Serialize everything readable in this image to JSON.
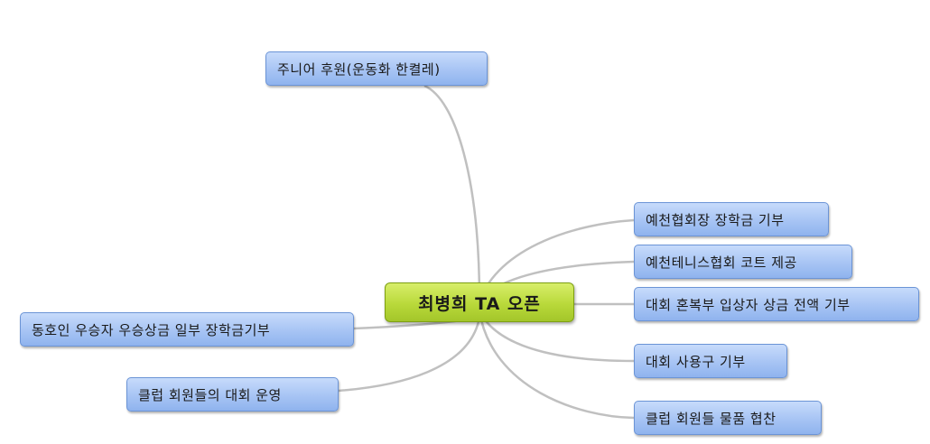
{
  "mindmap": {
    "root": {
      "label": "최병희 TA 오픈"
    },
    "branches": [
      {
        "label": "주니어 후원(운동화 한켤레)"
      },
      {
        "label": "예천협회장 장학금 기부"
      },
      {
        "label": "예천테니스협회 코트 제공"
      },
      {
        "label": "대회 혼복부 입상자 상금 전액 기부"
      },
      {
        "label": "대회 사용구 기부"
      },
      {
        "label": "클럽 회원들 물품 협찬"
      },
      {
        "label": "동호인 우승자 우승상금 일부 장학금기부"
      },
      {
        "label": "클럽 회원들의 대회 운영"
      }
    ]
  },
  "colors": {
    "root_fill": "#b9d93a",
    "branch_fill": "#a7c4f4",
    "connector": "#c0c0c0"
  }
}
